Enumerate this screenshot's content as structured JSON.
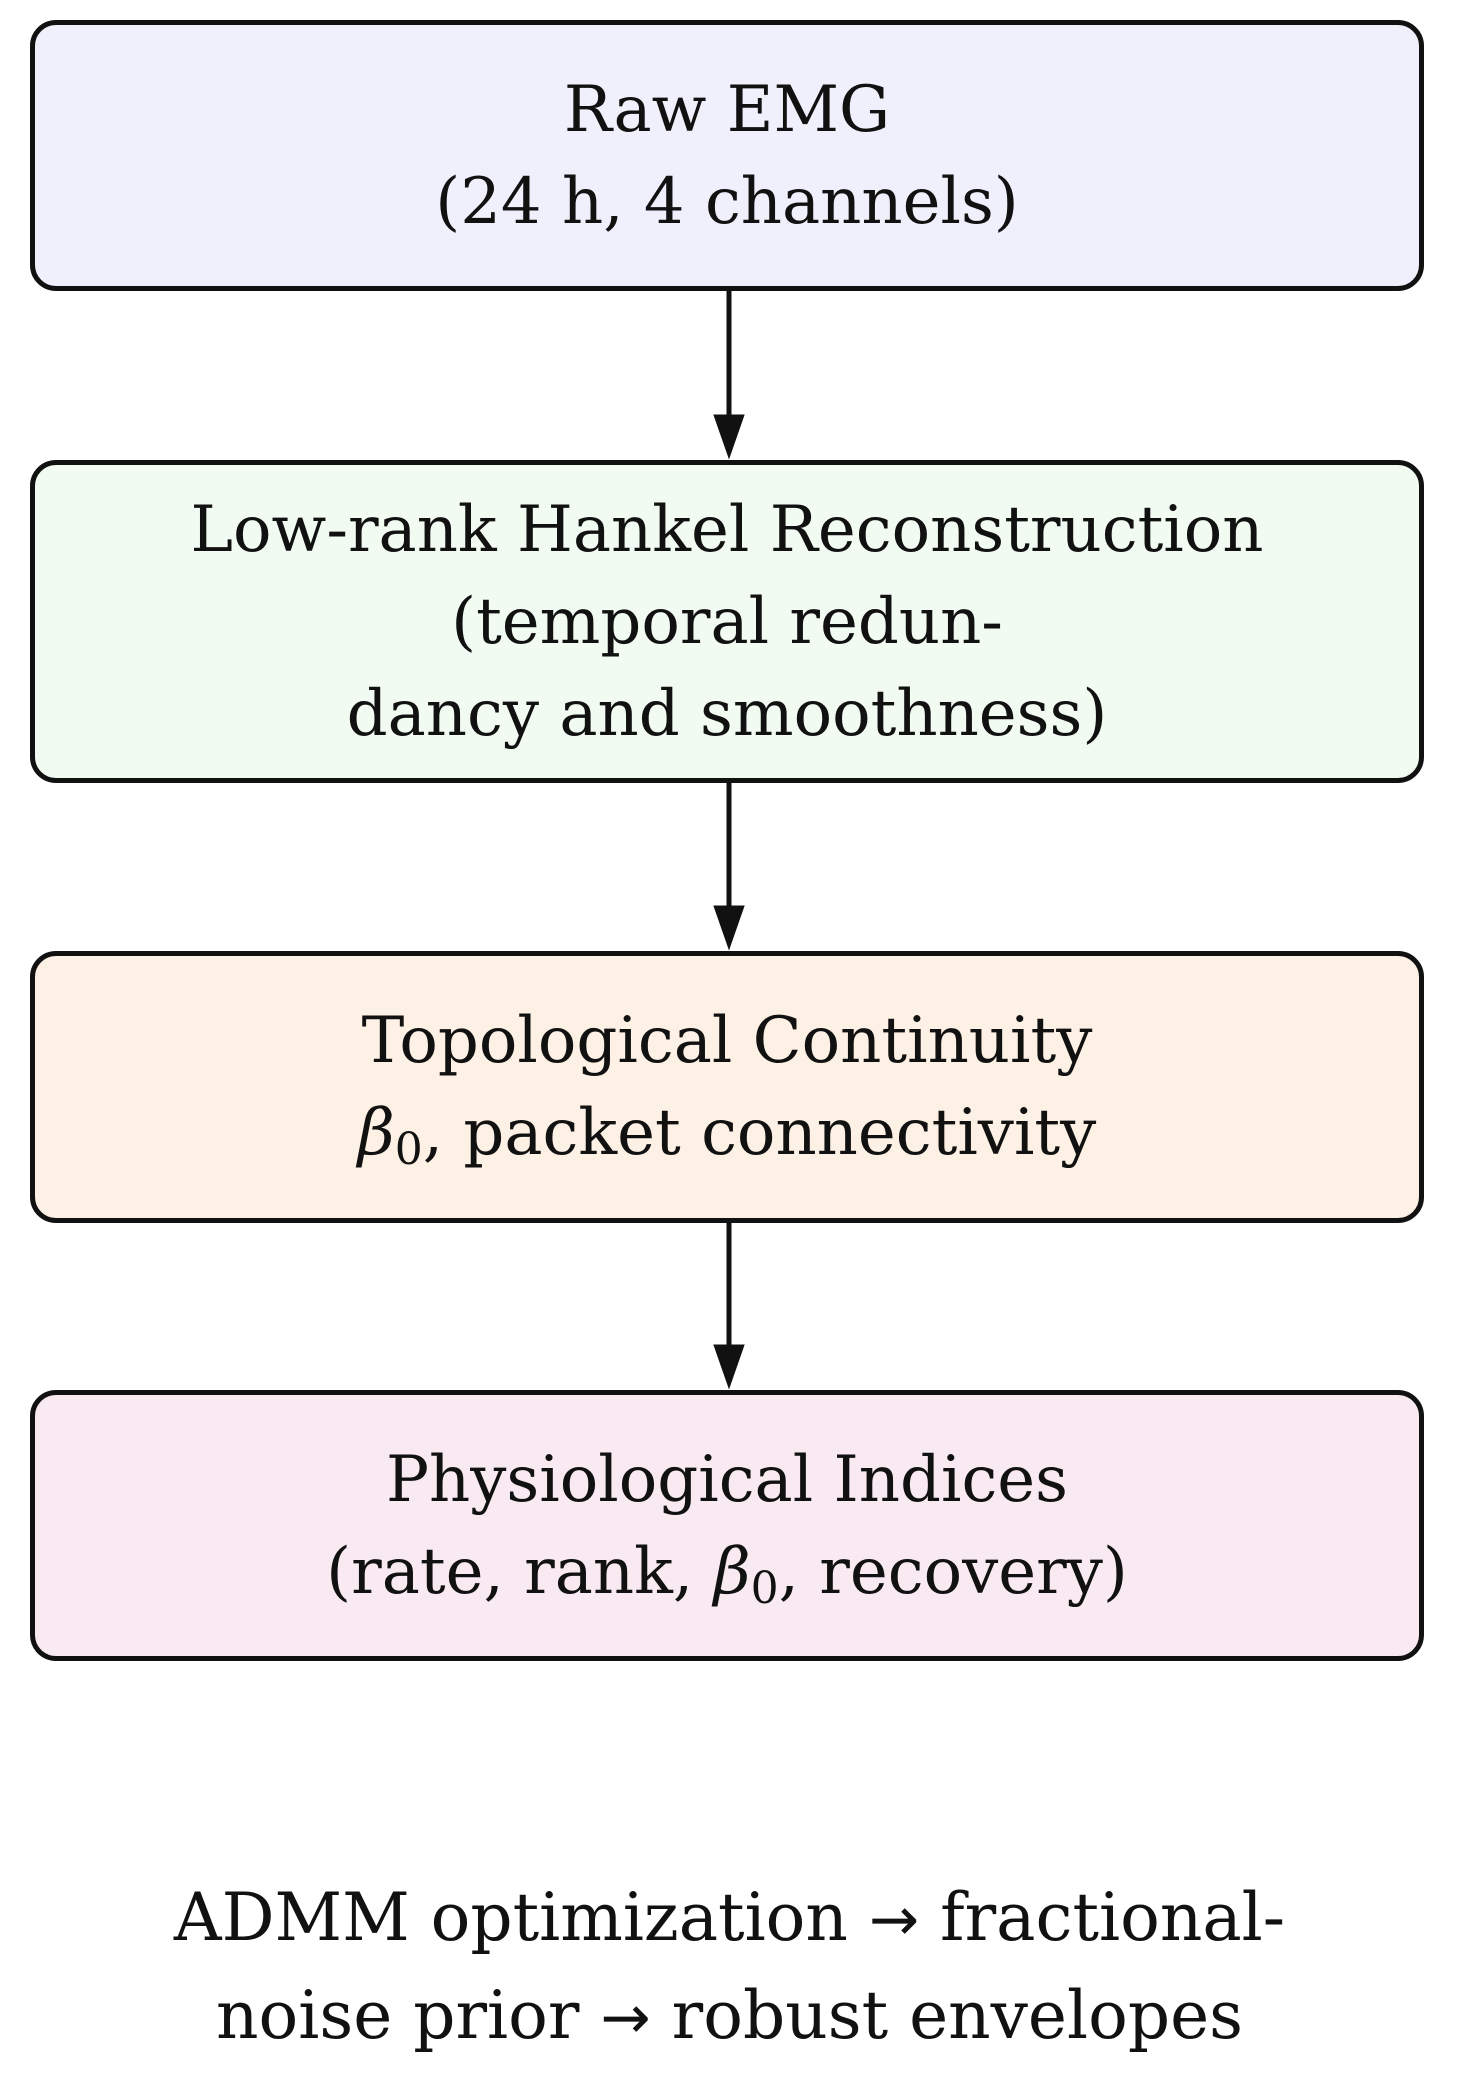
{
  "colors": {
    "stroke": "#111111",
    "raw_fill": "#f0f0fc",
    "hankel_fill": "#f1fbf1",
    "topology_fill": "#fdf0e4",
    "physiology_fill": "#f8eaf0"
  },
  "boxes": {
    "raw": {
      "line1": "Raw EMG",
      "line2": "(24 h, 4 channels)"
    },
    "hankel": {
      "line1": "Low-rank Hankel Reconstruction",
      "line2": "(temporal redun-",
      "line3": "dancy and smoothness)"
    },
    "topology": {
      "line1": "Topological Continuity",
      "beta_symbol": "β",
      "beta_subscript": "0",
      "line2_rest": ", packet connectivity"
    },
    "physiology": {
      "line1": "Physiological Indices",
      "line2_prefix": "(rate, rank, ",
      "beta_symbol": "β",
      "beta_subscript": "0",
      "line2_suffix": ", recovery)"
    }
  },
  "footnote": {
    "part1": "ADMM optimization ",
    "arrow": "→",
    "part2": " fractional-",
    "part3": "noise prior ",
    "part4": " robust envelopes"
  }
}
